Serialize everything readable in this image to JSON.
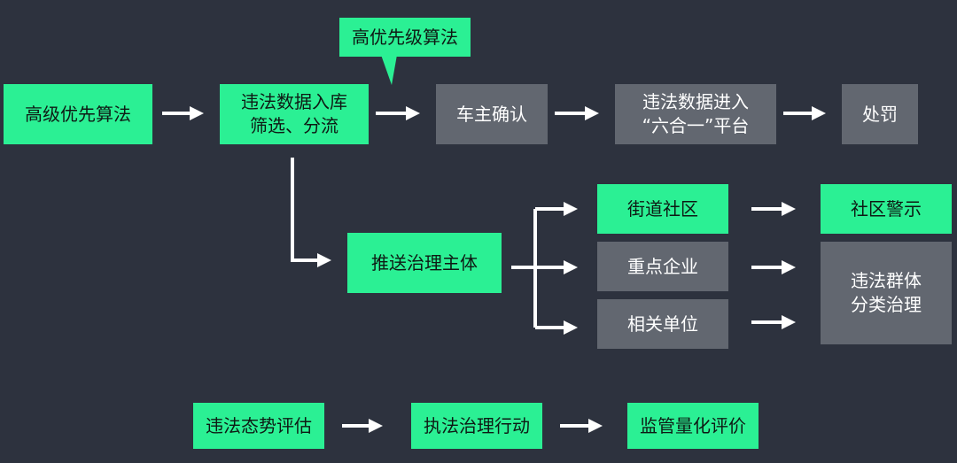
{
  "colors": {
    "background": "#2d323e",
    "green_box": "#2bf094",
    "gray_box": "#626770",
    "arrow": "#ffffff"
  },
  "callout": {
    "label": "高优先级算法"
  },
  "nodes": {
    "high_priority_algorithm": "高级优先算法",
    "violation_data_storage": "违法数据入库\n筛选、分流",
    "owner_confirmation": "车主确认",
    "six_in_one_platform": "违法数据进入\n“六合一”平台",
    "penalty": "处罚",
    "push_governance_subject": "推送治理主体",
    "street_community": "街道社区",
    "key_enterprises": "重点企业",
    "related_units": "相关单位",
    "community_warning": "社区警示",
    "group_governance": "违法群体\n分类治理",
    "situation_assessment": "违法态势评估",
    "enforcement_action": "执法治理行动",
    "supervision_evaluation": "监管量化评价"
  }
}
